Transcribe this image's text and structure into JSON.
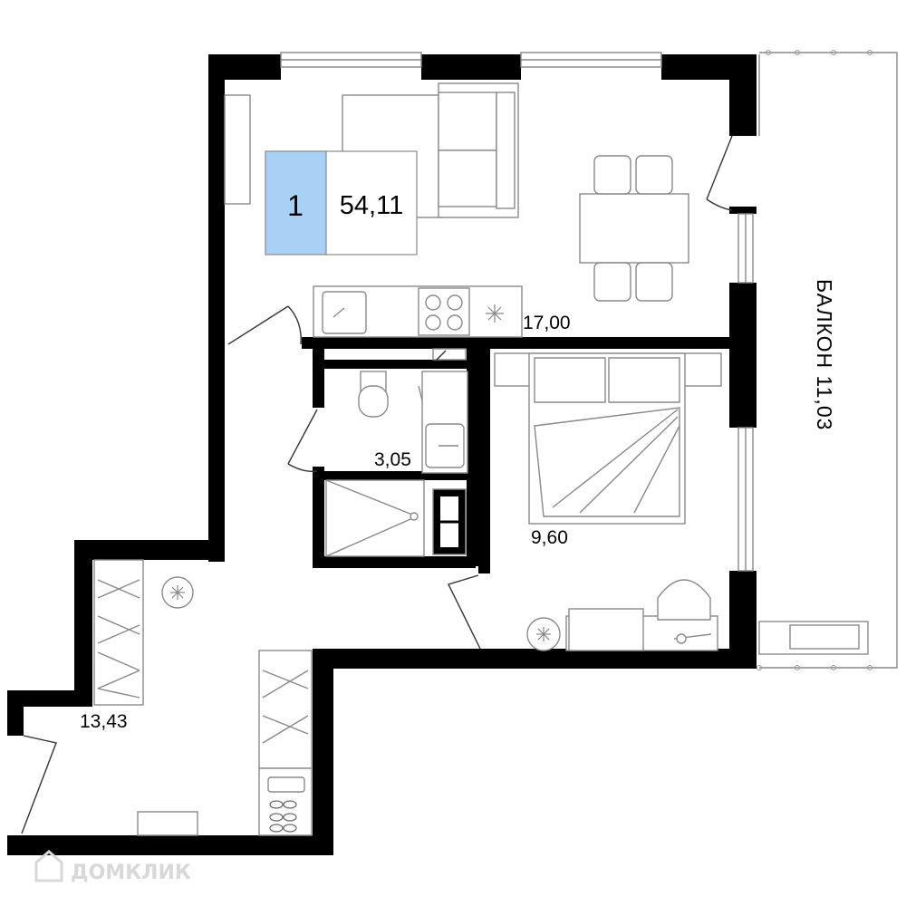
{
  "badge": {
    "rooms": "1",
    "total_area": "54,11",
    "accent_color": "#a9d0f5"
  },
  "rooms": {
    "living_kitchen": "17,00",
    "bathroom": "3,05",
    "bedroom": "9,60",
    "hallway": "13,43",
    "balcony": "БАЛКОН 11,03"
  },
  "watermark": {
    "text": "ДОМКЛИК"
  }
}
